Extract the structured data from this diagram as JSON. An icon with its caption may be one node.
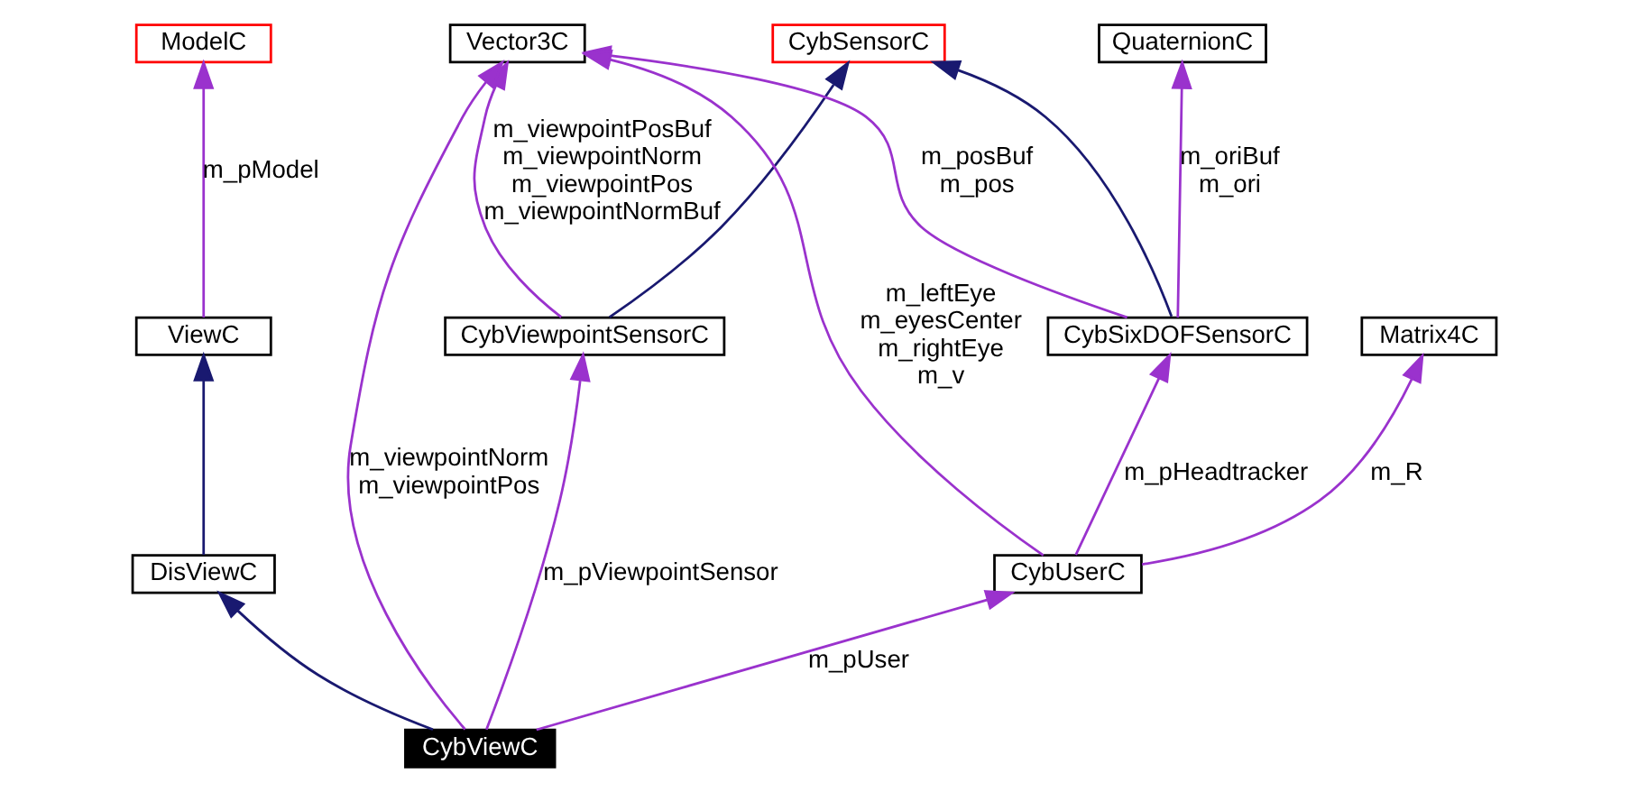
{
  "diagram": {
    "nodes": [
      {
        "text": [
          "ModelC"
        ]
      },
      {
        "text": [
          "CybSensorC"
        ]
      },
      {
        "text": [
          "QuaternionC"
        ]
      },
      {
        "text": [
          "Vector3C"
        ]
      },
      {
        "text": [
          "ViewC"
        ]
      },
      {
        "text": [
          "CybViewpointSensorC"
        ]
      },
      {
        "text": [
          "CybSixDOFSensorC"
        ]
      },
      {
        "text": [
          "Matrix4C"
        ]
      },
      {
        "text": [
          "DisViewC"
        ]
      },
      {
        "text": [
          "CybUserC"
        ]
      },
      {
        "text": [
          "CybViewC"
        ]
      }
    ],
    "edges": [
      {
        "from": 4,
        "to": 0,
        "arrow": "to",
        "label": "m_pModel"
      },
      {
        "from": 5,
        "to": 1,
        "arrow": "to",
        "color": "#191970"
      },
      {
        "from": 6,
        "to": 1,
        "arrow": "to",
        "color": "#191970"
      },
      {
        "from": 6,
        "to": 2,
        "arrow": "to",
        "label": "m_oriBuf m_ori"
      },
      {
        "from": 5,
        "to": 3,
        "arrow": "to",
        "label": "m_viewpointPosBuf m_viewpointNorm m_viewpointPos m_viewpointNormBuf"
      },
      {
        "from": 6,
        "to": 3,
        "arrow": "to",
        "label": "m_posBuf m_pos"
      },
      {
        "from": 9,
        "to": 3,
        "arrow": "to",
        "label": "m_leftEye m_eyesCenter m_rightEye m_v"
      },
      {
        "from": 10,
        "to": 3,
        "arrow": "to",
        "label": "m_viewpointNorm m_viewpointPos"
      },
      {
        "from": 8,
        "to": 4,
        "arrow": "to",
        "color": "#191970"
      },
      {
        "from": 9,
        "to": 6,
        "arrow": "to",
        "label": "m_pHeadtracker"
      },
      {
        "from": 9,
        "to": 7,
        "arrow": "to",
        "label": "m_R"
      },
      {
        "from": 10,
        "to": 8,
        "arrow": "to",
        "color": "#191970"
      },
      {
        "from": 10,
        "to": 5,
        "arrow": "to",
        "label": "m_pViewpointSensor"
      },
      {
        "from": 10,
        "to": 9,
        "arrow": "to",
        "label": "m_pUser"
      }
    ]
  }
}
